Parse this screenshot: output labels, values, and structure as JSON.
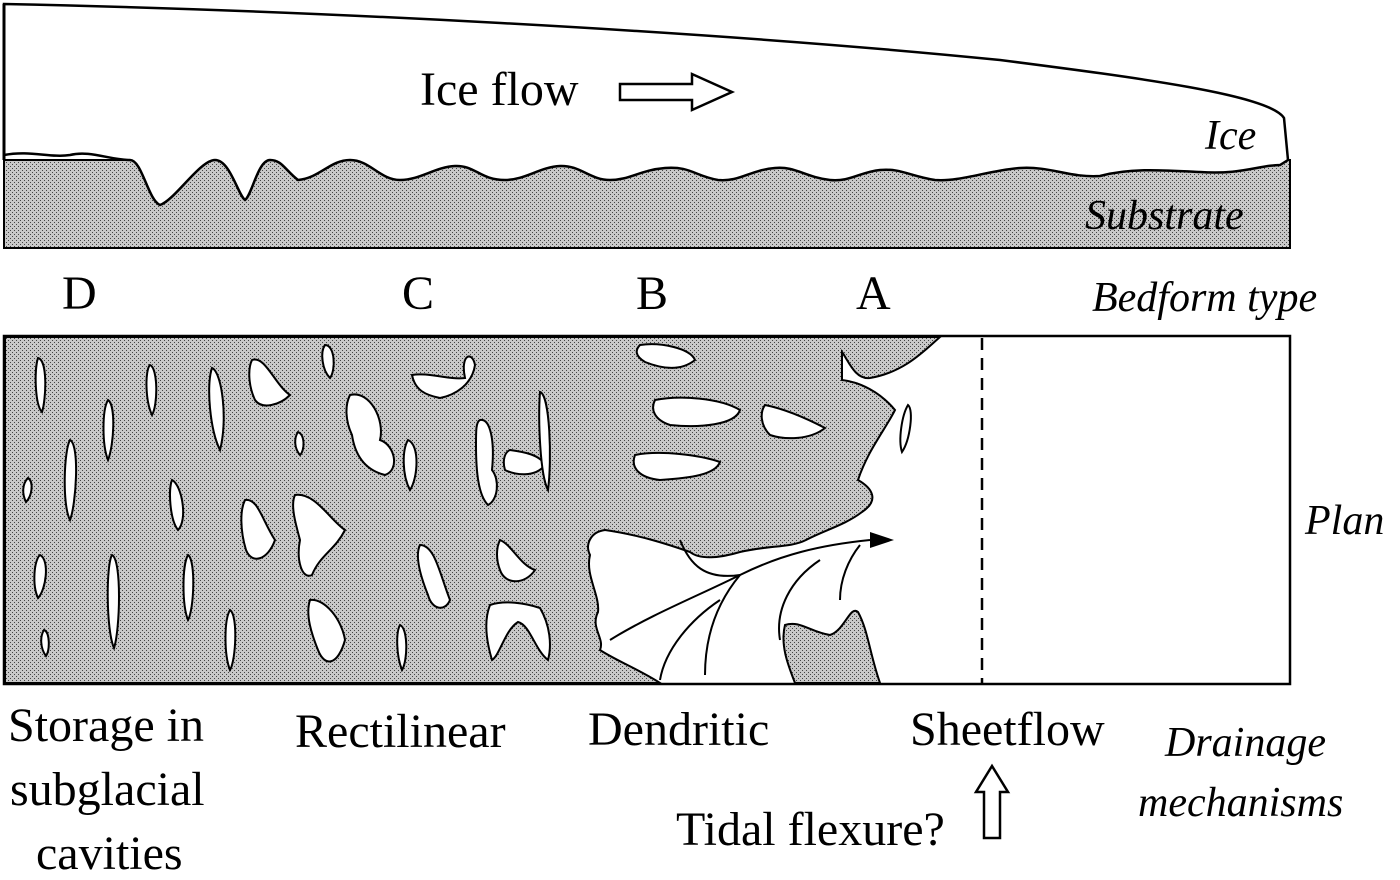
{
  "top_section": {
    "ice_flow_label": "Ice flow",
    "ice_label": "Ice",
    "substrate_label": "Substrate"
  },
  "bedform": {
    "letters": [
      "D",
      "C",
      "B",
      "A"
    ],
    "row_label": "Bedform type"
  },
  "plan_section": {
    "side_label": "Plan"
  },
  "drainage": {
    "storage_line1": "Storage in",
    "storage_line2": "subglacial",
    "storage_line3": "cavities",
    "rectilinear": "Rectilinear",
    "dendritic": "Dendritic",
    "sheetflow": "Sheetflow",
    "tidal_flexure": "Tidal flexure?",
    "mechanisms_line1": "Drainage",
    "mechanisms_line2": "mechanisms"
  },
  "colors": {
    "substrate_fill": "#b8b8b8",
    "line": "#000000",
    "background": "#ffffff"
  },
  "icons": [
    "ice-flow-arrow-icon",
    "tidal-flexure-arrow-icon",
    "flow-arrow-icon"
  ]
}
